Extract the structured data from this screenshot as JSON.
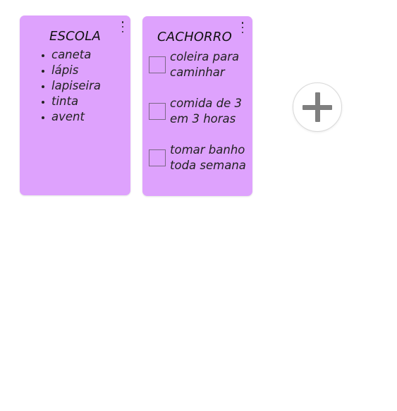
{
  "notes": [
    {
      "title": "ESCOLA",
      "items": [
        "caneta",
        "lápis",
        "lapiseira",
        "tinta",
        "avent"
      ]
    },
    {
      "title": "CACHORRO",
      "tasks": [
        {
          "line1": "coleira para",
          "line2": "caminhar",
          "checked": false
        },
        {
          "line1": "comida de 3",
          "line2": "em 3 horas",
          "checked": false
        },
        {
          "line1": "tomar banho",
          "line2": "toda semana",
          "checked": false
        }
      ]
    }
  ],
  "icons": {
    "note_menu": "vertical-dots-icon",
    "add": "plus-icon"
  },
  "colors": {
    "note_background": "#dea2fd",
    "add_icon": "#7f7f7f"
  }
}
